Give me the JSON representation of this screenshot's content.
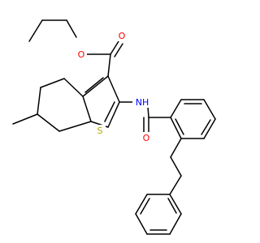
{
  "colors": {
    "background": "#ffffff",
    "bond": "#000000",
    "carbon": "#000000",
    "oxygen": "#ff0000",
    "nitrogen": "#0000ff",
    "sulfur": "#b3a700"
  },
  "atoms": [
    {
      "symbol": "O",
      "color": "#ff0000"
    },
    {
      "symbol": "O",
      "color": "#ff0000"
    },
    {
      "symbol": "NH",
      "color": "#0000ff"
    },
    {
      "symbol": "S",
      "color": "#b3a700"
    },
    {
      "symbol": "O",
      "color": "#ff0000"
    }
  ]
}
